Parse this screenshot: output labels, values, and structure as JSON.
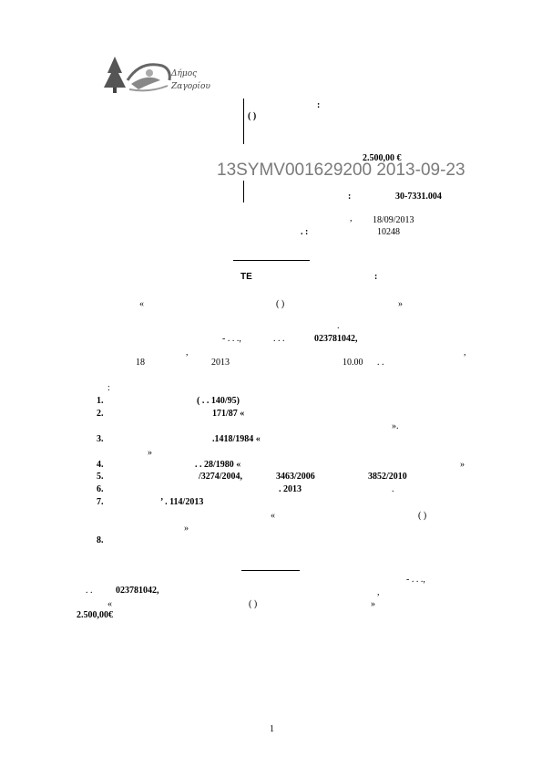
{
  "logo": {
    "line1": "Δήμος",
    "line2": "Ζαγορίου"
  },
  "header": {
    "colon1": ":",
    "paren": "(            )",
    "amount": "2.500,00 €",
    "code": "30-7331.004",
    "code_colon": ":",
    "date_comma": ",",
    "date": "18/09/2013",
    "protocol_marks": ".       :",
    "protocol": "10248"
  },
  "watermark": "13SYMV001629200 2013-09-23",
  "title": {
    "te": "ΤΕ",
    "colon": ":"
  },
  "subject": {
    "open": "«",
    "paren": "(          )",
    "close": "»"
  },
  "intro": {
    "dot": ".",
    "dashes": "-   .   .   .,",
    "dots2": ".   .   .",
    "afm": "023781042,",
    "comma1": ",",
    "comma2": ",",
    "day": "18",
    "year": "2013",
    "time": "10.00",
    "time_dots": ".   ."
  },
  "colon_line": ":",
  "items": [
    {
      "n": "1.",
      "text": "(   .   . 140/95)"
    },
    {
      "n": "2.",
      "text": "171/87  «"
    },
    {
      "n": "",
      "text": "»."
    },
    {
      "n": "3.",
      "text": ".1418/1984  «"
    },
    {
      "n": "",
      "text": "»"
    },
    {
      "n": "4.",
      "text": ".  . 28/1980 «"
    },
    {
      "n": "",
      "text": "»"
    },
    {
      "n": "5.",
      "text": "/3274/2004,"
    },
    {
      "n": "",
      "text": "3463/2006"
    },
    {
      "n": "",
      "text": "3852/2010"
    },
    {
      "n": "6.",
      "text": ".        2013"
    },
    {
      "n": "",
      "text": "."
    },
    {
      "n": "7.",
      "text": "’      . 114/2013"
    },
    {
      "n": "",
      "text": "«"
    },
    {
      "n": "",
      "text": "(          )"
    },
    {
      "n": "",
      "text": "»"
    },
    {
      "n": "8.",
      "text": ""
    }
  ],
  "award": {
    "dashes": "-   .   .   .,",
    "prefix": ".   .",
    "afm": "023781042,",
    "comma": ",",
    "open": "«",
    "paren": "(          )",
    "close": "»",
    "amount": "2.500,00€"
  },
  "page_number": "1"
}
